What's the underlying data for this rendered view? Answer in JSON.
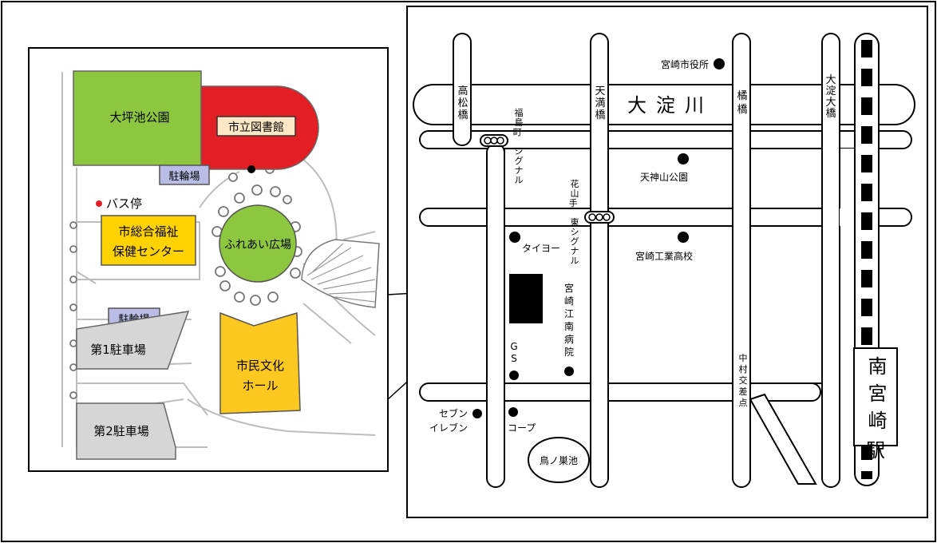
{
  "inset": {
    "park": "大坪池公園",
    "library": "市立図書館",
    "bicycle_parking_top": "駐輪場",
    "bus_stop": "バス停",
    "welfare_center_line1": "市総合福祉",
    "welfare_center_line2": "保健センター",
    "plaza": "ふれあい広場",
    "bicycle_parking_lower": "駐輪場",
    "parking_1": "第1駐車場",
    "parking_2": "第2駐車場",
    "culture_hall_line1": "市民文化",
    "culture_hall_line2": "ホール"
  },
  "map": {
    "river": "大淀川",
    "bridges": {
      "takamatsu": "高松橋",
      "tenman": "天満橋",
      "tachibana": "橘橋",
      "oyodo": "大淀大橋"
    },
    "signals": {
      "fukushimacho": "福島町シグナル",
      "hanayamate_east": "花山手東シグナル"
    },
    "landmarks": {
      "city_hall": "宮崎市役所",
      "tenjinyama_park": "天神山公園",
      "taiyo": "タイヨー",
      "technical_high": "宮崎工業高校",
      "konan_hospital": "宮崎江南病院",
      "gs": "GS",
      "seven_eleven_line1": "セブン",
      "seven_eleven_line2": "イレブン",
      "coop": "コープ",
      "torinosu_pond": "鳥ノ巣池",
      "nakamura_intersection": "中村交差点"
    },
    "station": "南宮崎駅"
  },
  "colors": {
    "park_green": "#8dc63f",
    "library_red": "#e31e24",
    "welfare_yellow": "#ffd200",
    "hall_yellow": "#fdc81f",
    "parking_lavender": "#b9bde6",
    "parking_gray": "#d6d6d6",
    "bus_stop_red": "#e31e24"
  }
}
